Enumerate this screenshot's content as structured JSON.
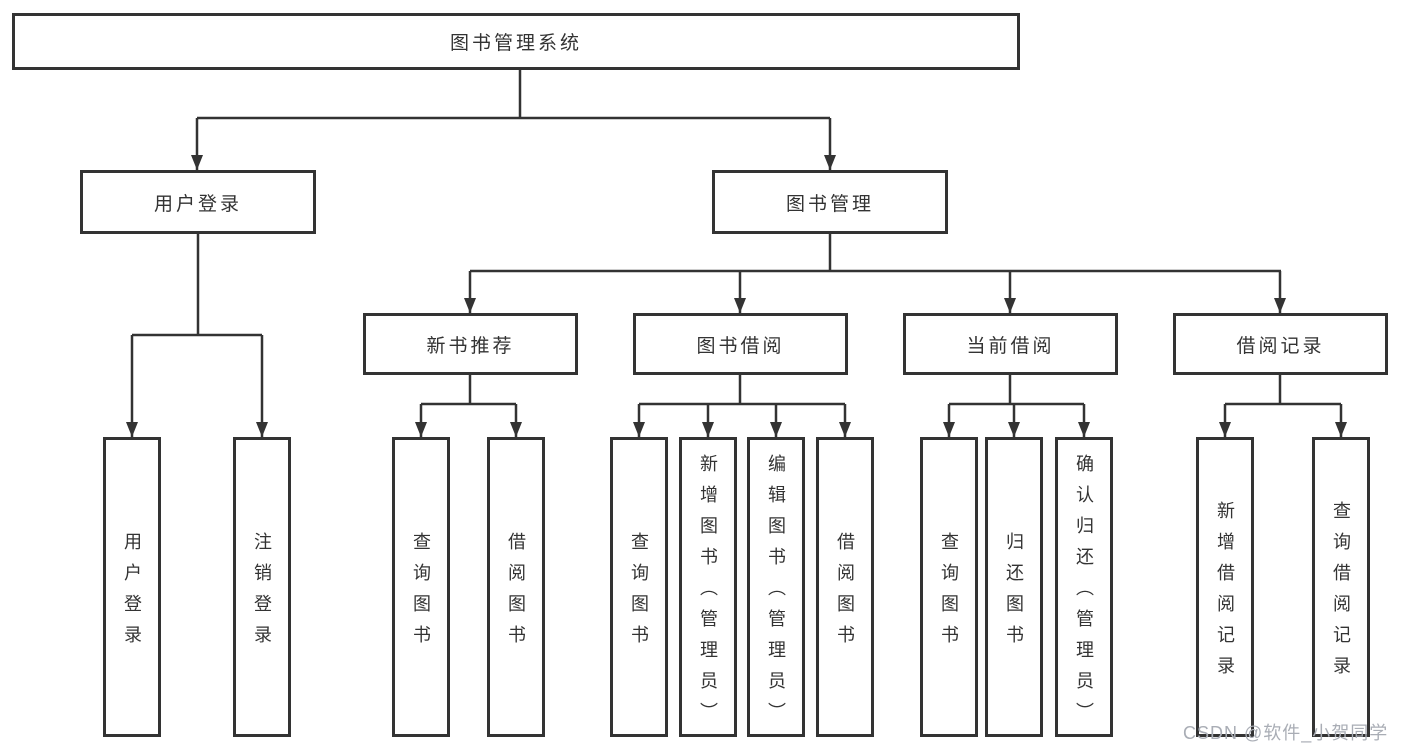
{
  "tree": {
    "root": "图书管理系统",
    "children": [
      {
        "label": "用户登录",
        "children": [
          {
            "label": "用户登录"
          },
          {
            "label": "注销登录"
          }
        ]
      },
      {
        "label": "图书管理",
        "children": [
          {
            "label": "新书推荐",
            "children": [
              {
                "label": "查询图书"
              },
              {
                "label": "借阅图书"
              }
            ]
          },
          {
            "label": "图书借阅",
            "children": [
              {
                "label": "查询图书"
              },
              {
                "label": "新增图书（管理员）"
              },
              {
                "label": "编辑图书（管理员）"
              },
              {
                "label": "借阅图书"
              }
            ]
          },
          {
            "label": "当前借阅",
            "children": [
              {
                "label": "查询图书"
              },
              {
                "label": "归还图书"
              },
              {
                "label": "确认归还（管理员）"
              }
            ]
          },
          {
            "label": "借阅记录",
            "children": [
              {
                "label": "新增借阅记录"
              },
              {
                "label": "查询借阅记录"
              }
            ]
          }
        ]
      }
    ]
  },
  "watermark": {
    "text": "CSDN @软件_小贺同学"
  },
  "colors": {
    "line": "#333333",
    "box_border": "#333333",
    "text": "#333333",
    "background": "#ffffff",
    "watermark": "#a9adb5"
  }
}
